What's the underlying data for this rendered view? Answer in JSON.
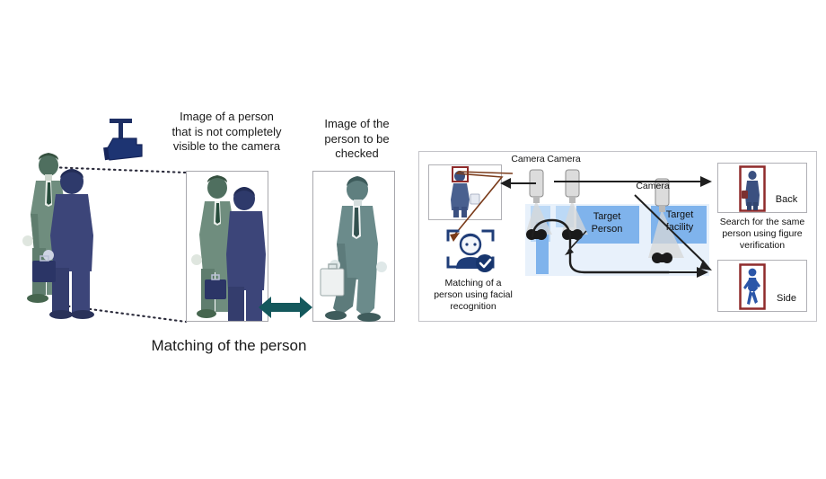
{
  "figure": {
    "title": "Person matching and re-identification overview",
    "background": "#ffffff"
  },
  "left_panel": {
    "name": "person-matching-panel",
    "camera_icon": "cctv-camera-icon",
    "captions": {
      "occluded_image": "Image of a person\nthat is not completely\nvisible to the camera",
      "occluded_image_lines": [
        "Image of a person",
        "that is not completely",
        "visible to the camera"
      ],
      "check_image_lines": [
        "Image of the",
        "person to be",
        "checked"
      ],
      "bottom": "Matching of the person"
    },
    "arrow": {
      "name": "double-headed-arrow",
      "color": "#14585c",
      "direction": "both"
    },
    "scene": {
      "front_person_color": "#3c4579",
      "back_person_color": "#6f8d7e",
      "briefcase_color": "#2b3566",
      "sightline_style": "dotted"
    },
    "checked_person_color": "#6b8b8b"
  },
  "right_panel": {
    "name": "surveillance-flow-panel",
    "border_color": "#c3c3c8",
    "labels": {
      "camera_1": "Camera",
      "camera_2": "Camera",
      "camera_3": "Camera",
      "target_person_lines": [
        "Target",
        "Person"
      ],
      "target_facility_lines": [
        "Target",
        "facility"
      ],
      "facial_recognition_lines": [
        "Matching of a",
        "person using facial",
        "recognition"
      ],
      "figure_verification_lines": [
        "Search for the same",
        "person using figure",
        "verification"
      ],
      "result_back": "Back",
      "result_side": "Side"
    },
    "icons": {
      "face_id": "face-recognition-icon",
      "check_badge": "check-circle-icon",
      "thumbnail": "person-photo-thumbnail",
      "camera": "security-camera-icon"
    },
    "colors": {
      "room_blue": "#7fb3ec",
      "room_light": "#bcd9f6",
      "floor": "#e8f1fb",
      "camera_body": "#d9d9d9",
      "camera_cone": "#d7d7d7",
      "detection_box_red": "#8f2b2b",
      "face_icon_navy": "#1f3d78",
      "person_blue": "#2b56a8",
      "person_navy": "#3b5080",
      "path_line": "#222222",
      "brown_arrow": "#7a3b1a"
    }
  }
}
